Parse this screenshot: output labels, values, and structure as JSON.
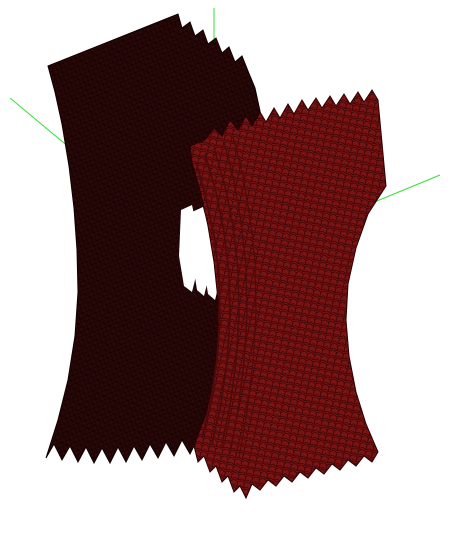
{
  "scene": {
    "background_color": "#ffffff",
    "axis_color": "#36e036",
    "front_mesh_color": "#7a1414",
    "front_mesh_line_color": "#2a0000",
    "back_mesh_color": "#2a0808",
    "back_mesh_line_color": "#120000",
    "gap_color": "#ffffff",
    "objects": [
      {
        "kind": "axis",
        "name": "axis-vertical"
      },
      {
        "kind": "axis",
        "name": "axis-left-diagonal"
      },
      {
        "kind": "axis",
        "name": "axis-right-diagonal"
      },
      {
        "kind": "mesh",
        "name": "back-mesh-panel"
      },
      {
        "kind": "mesh",
        "name": "front-mesh-panel"
      }
    ]
  }
}
